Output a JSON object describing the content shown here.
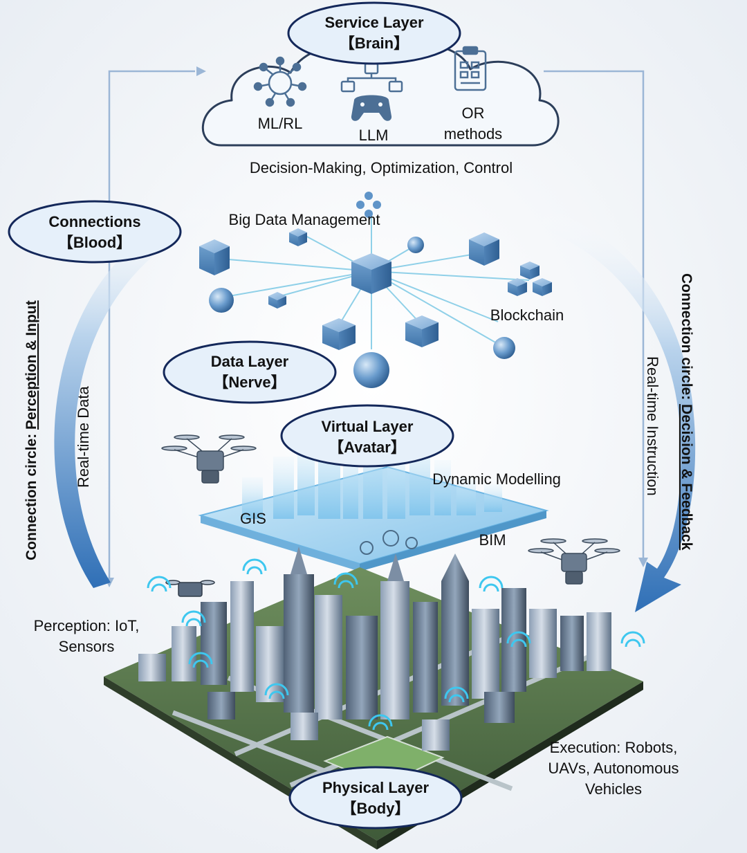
{
  "service_layer": {
    "title": "Service Layer",
    "subtitle": "【Brain】"
  },
  "service_methods": {
    "ml_rl": "ML/RL",
    "llm": "LLM",
    "or_line1": "OR",
    "or_line2": "methods"
  },
  "service_caption": "Decision-Making, Optimization, Control",
  "connections": {
    "title": "Connections",
    "subtitle": "【Blood】"
  },
  "data_layer": {
    "title": "Data Layer",
    "subtitle": "【Nerve】"
  },
  "data_labels": {
    "big_data": "Big Data Management",
    "blockchain": "Blockchain"
  },
  "virtual_layer": {
    "title": "Virtual Layer",
    "subtitle": "【Avatar】"
  },
  "virtual_labels": {
    "dynamic": "Dynamic Modelling",
    "gis": "GIS",
    "bim": "BIM"
  },
  "physical_layer": {
    "title": "Physical Layer",
    "subtitle": "【Body】"
  },
  "perception": {
    "line1": "Perception: IoT,",
    "line2": "Sensors"
  },
  "execution": {
    "line1": "Execution: Robots,",
    "line2": "UAVs, Autonomous",
    "line3": "Vehicles"
  },
  "left_circle": {
    "prefix": "Connection circle: ",
    "emphasis": "Perception & Input",
    "flow": "Real-time Data"
  },
  "right_circle": {
    "prefix": "Connection circle: ",
    "emphasis": "Decision & Feedback",
    "flow": "Real-time Instruction"
  },
  "colors": {
    "oval_fill": "#e6f0fa",
    "oval_stroke": "#14285a",
    "arrow_blue": "#3a7cc0",
    "cube_blue": "#5f94c8",
    "platform_blue": "#9fd3f1",
    "connector_line": "#9bb6d6"
  }
}
